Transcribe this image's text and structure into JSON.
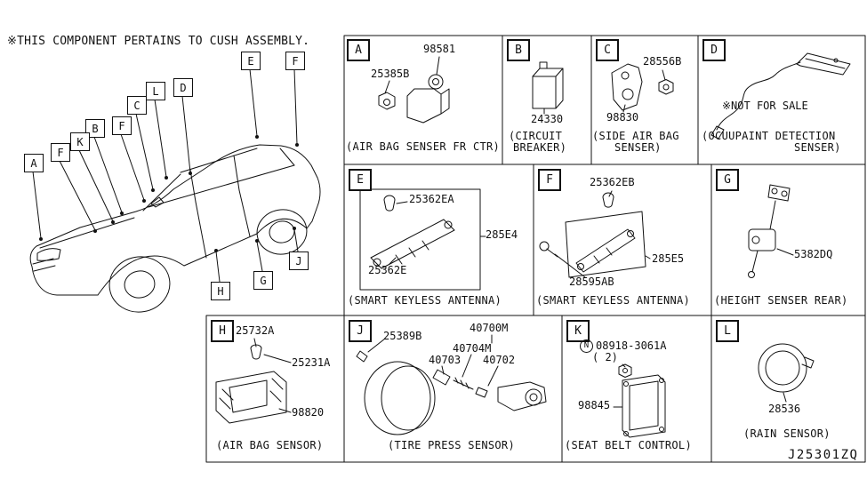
{
  "header_note": "※THIS COMPONENT PERTAINS TO CUSH ASSEMBLY.",
  "diagram_code": "J25301ZQ",
  "car_callouts": [
    "E",
    "F",
    "L",
    "D",
    "C",
    "F",
    "B",
    "K",
    "F",
    "A",
    "H",
    "G",
    "J"
  ],
  "sections": {
    "A": {
      "letter": "A",
      "labels": [
        "98581",
        "25385B"
      ],
      "caption_lines": [
        "(AIR BAG SENSER FR CTR)"
      ]
    },
    "B": {
      "letter": "B",
      "labels": [
        "24330"
      ],
      "caption_lines": [
        "(CIRCUIT",
        "BREAKER)"
      ]
    },
    "C": {
      "letter": "C",
      "labels": [
        "28556B",
        "98830"
      ],
      "caption_lines": [
        "(SIDE AIR BAG",
        "SENSER)"
      ]
    },
    "D": {
      "letter": "D",
      "labels": [
        "※NOT FOR SALE"
      ],
      "caption_lines": [
        "(OCUUPAINT DETECTION",
        "SENSER)"
      ]
    },
    "E": {
      "letter": "E",
      "labels": [
        "25362EA",
        "285E4",
        "25362E"
      ],
      "caption_lines": [
        "(SMART KEYLESS ANTENNA)"
      ]
    },
    "F": {
      "letter": "F",
      "labels": [
        "25362EB",
        "285E5",
        "28595AB"
      ],
      "caption_lines": [
        "(SMART KEYLESS ANTENNA)"
      ]
    },
    "G": {
      "letter": "G",
      "labels": [
        "5382DQ"
      ],
      "caption_lines": [
        "(HEIGHT SENSER REAR)"
      ]
    },
    "H": {
      "letter": "H",
      "labels": [
        "25732A",
        "25231A",
        "98820"
      ],
      "caption_lines": [
        "(AIR BAG SENSOR)"
      ]
    },
    "J": {
      "letter": "J",
      "labels": [
        "25389B",
        "40700M",
        "40704M",
        "40703",
        "40702"
      ],
      "caption_lines": [
        "(TIRE PRESS SENSOR)"
      ]
    },
    "K": {
      "letter": "K",
      "prefix": "N",
      "labels": [
        "08918-3061A",
        "( 2)",
        "98845"
      ],
      "caption_lines": [
        "(SEAT BELT CONTROL)"
      ]
    },
    "L": {
      "letter": "L",
      "labels": [
        "28536"
      ],
      "caption_lines": [
        "(RAIN SENSOR)"
      ]
    }
  }
}
